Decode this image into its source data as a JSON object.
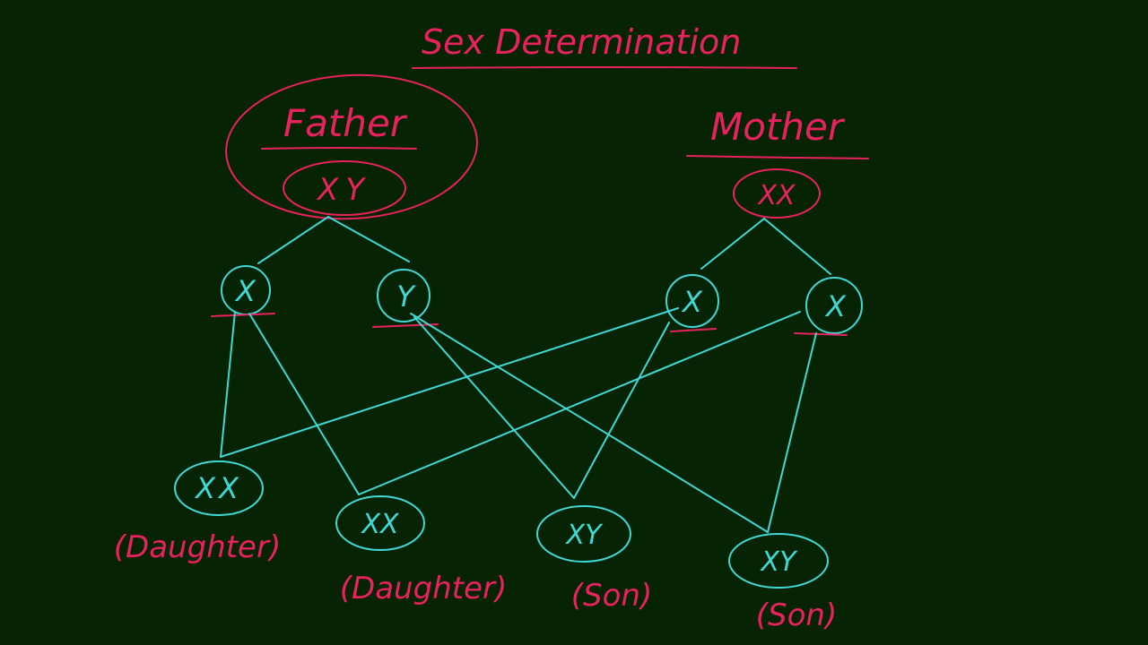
{
  "title": "Sex Determination",
  "colors": {
    "background": "#062403",
    "pink": "#e8215f",
    "cyan": "#3fd8d6"
  },
  "parents": {
    "father": {
      "label": "Father",
      "genotype": "XY"
    },
    "mother": {
      "label": "Mother",
      "genotype": "XX"
    }
  },
  "gametes": {
    "father_x": "X",
    "father_y": "Y",
    "mother_x1": "X",
    "mother_x2": "X"
  },
  "offspring": [
    {
      "genotype": "XX",
      "label": "(Daughter)"
    },
    {
      "genotype": "XX",
      "label": "(Daughter)"
    },
    {
      "genotype": "XY",
      "label": "(Son)"
    },
    {
      "genotype": "XY",
      "label": "(Son)"
    }
  ]
}
